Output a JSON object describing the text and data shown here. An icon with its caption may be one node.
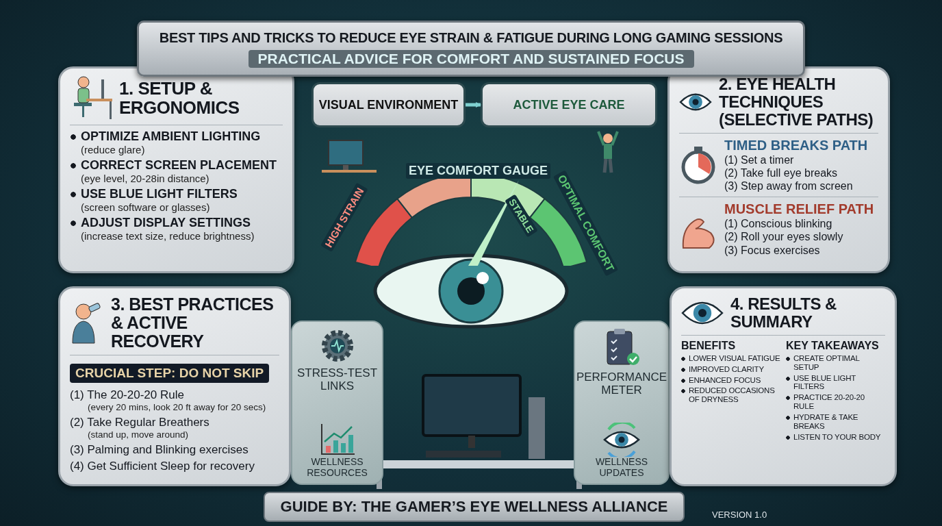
{
  "diagram": {
    "title": "BEST TIPS AND TRICKS TO REDUCE EYE STRAIN & FATIGUE DURING LONG GAMING SESSIONS",
    "nodes": [
      {
        "text": [
          "1. SETUP & ERGONOMICS",
          "OPTIMIZE AMBIENT LIGHTING",
          "(reduce glare)",
          "CORRECT SCREEN PLACEMENT",
          "(eye level, 20-28in distance)",
          "USE BLUE LIGHT FILTERS",
          "(screen software or glasses)",
          "ADJUST DISPLAY SETTINGS",
          "(increase text size, reduce brightness)"
        ]
      },
      {
        "text": [
          "VISUAL ENVIRONMENT"
        ]
      },
      {
        "text": [
          "ACTIVE EYE CARE"
        ]
      },
      {
        "text": [
          "2. EYE HEALTH TECHNIQUES (SELECTIVE PATHS)",
          "TIMED BREAKS PATH",
          "(1) Set a timer",
          "(2) Take full eye breaks",
          "(3) Step away from screen",
          "MUSCLE RELIEF PATH",
          "(1) Conscious blinking",
          "(2) Roll your eyes slowly",
          "(3) Focus exercises"
        ]
      },
      {
        "text": [
          "EYE COMFORT GAUGE",
          "HIGH STRAIN",
          "STABLE",
          "OPTIMAL COMFORT"
        ]
      },
      {
        "text": [
          "3. BEST PRACTICES & ACTIVE RECOVERY",
          "CRUCIAL STEP: DO NOT SKIP",
          "(1) The 20-20-20 Rule",
          "(every 20 mins, look 20 ft away for 20 secs)",
          "(2) Take Regular Breathers",
          "(stand up, move around)",
          "(3) Palming and Blinking exercises",
          "(4) Get Sufficient Sleep for recovery"
        ]
      },
      {
        "text": [
          "STRESS-TEST LINKS",
          "WELLNESS RESOURCES"
        ]
      },
      {
        "text": [
          "PERFORMANCE METER",
          "WELLNESS UPDATES"
        ]
      },
      {
        "text": [
          "4. RESULTS & SUMMARY",
          "BENEFITS",
          "LOWER VISUAL FATIGUE",
          "IMPROVED CLARITY",
          "ENHANCED FOCUS",
          "REDUCED OCCASIONS OF DRYNESS",
          "KEY TAKEAWAYS",
          "CREATE OPTIMAL SETUP",
          "USE BLUE LIGHT FILTERS",
          "PRACTICE 20-20-20 RULE",
          "HYDRATE & TAKE BREAKS",
          "LISTEN TO YOUR BODY"
        ]
      }
    ],
    "edges": [
      {
        "from": 1,
        "to": 2,
        "arrow": "to"
      }
    ],
    "labels": [
      "PRACTICAL ADVICE FOR COMFORT AND SUSTAINED FOCUS",
      "GUIDE BY: THE GAMER’S EYE WELLNESS ALLIANCE",
      "VERSION 1.0"
    ]
  }
}
